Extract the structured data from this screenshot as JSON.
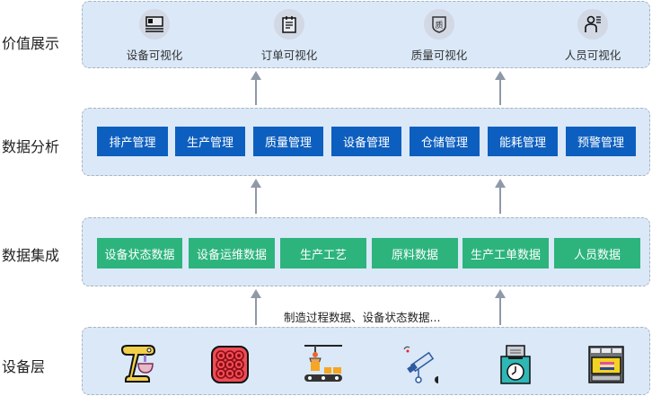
{
  "layers": {
    "value": {
      "label": "价值展示",
      "items": [
        {
          "label": "设备可视化",
          "icon": "device-screen-icon"
        },
        {
          "label": "订单可视化",
          "icon": "notepad-icon"
        },
        {
          "label": "质量可视化",
          "icon": "quality-shield-icon"
        },
        {
          "label": "人员可视化",
          "icon": "person-list-icon"
        }
      ]
    },
    "analysis": {
      "label": "数据分析",
      "items": [
        "排产管理",
        "生产管理",
        "质量管理",
        "设备管理",
        "仓储管理",
        "能耗管理",
        "预警管理"
      ],
      "color": "#0d5fbf"
    },
    "integration": {
      "label": "数据集成",
      "items": [
        "设备状态数据",
        "设备运维数据",
        "生产工艺",
        "原料数据",
        "生产工单数据",
        "人员数据"
      ],
      "color": "#2db47d"
    },
    "device": {
      "label": "设备层",
      "caption": "制造过程数据、设备状态数据...",
      "items": [
        {
          "icon": "stand-mixer-icon"
        },
        {
          "icon": "baking-tray-icon"
        },
        {
          "icon": "assembly-line-robot-icon"
        },
        {
          "icon": "satellite-dish-icon"
        },
        {
          "icon": "time-clock-icon"
        },
        {
          "icon": "oven-icon"
        }
      ]
    }
  },
  "colors": {
    "panel_bg": "#dae8f8",
    "panel_border": "#a9b3c0",
    "arrow": "#8f99a8"
  }
}
